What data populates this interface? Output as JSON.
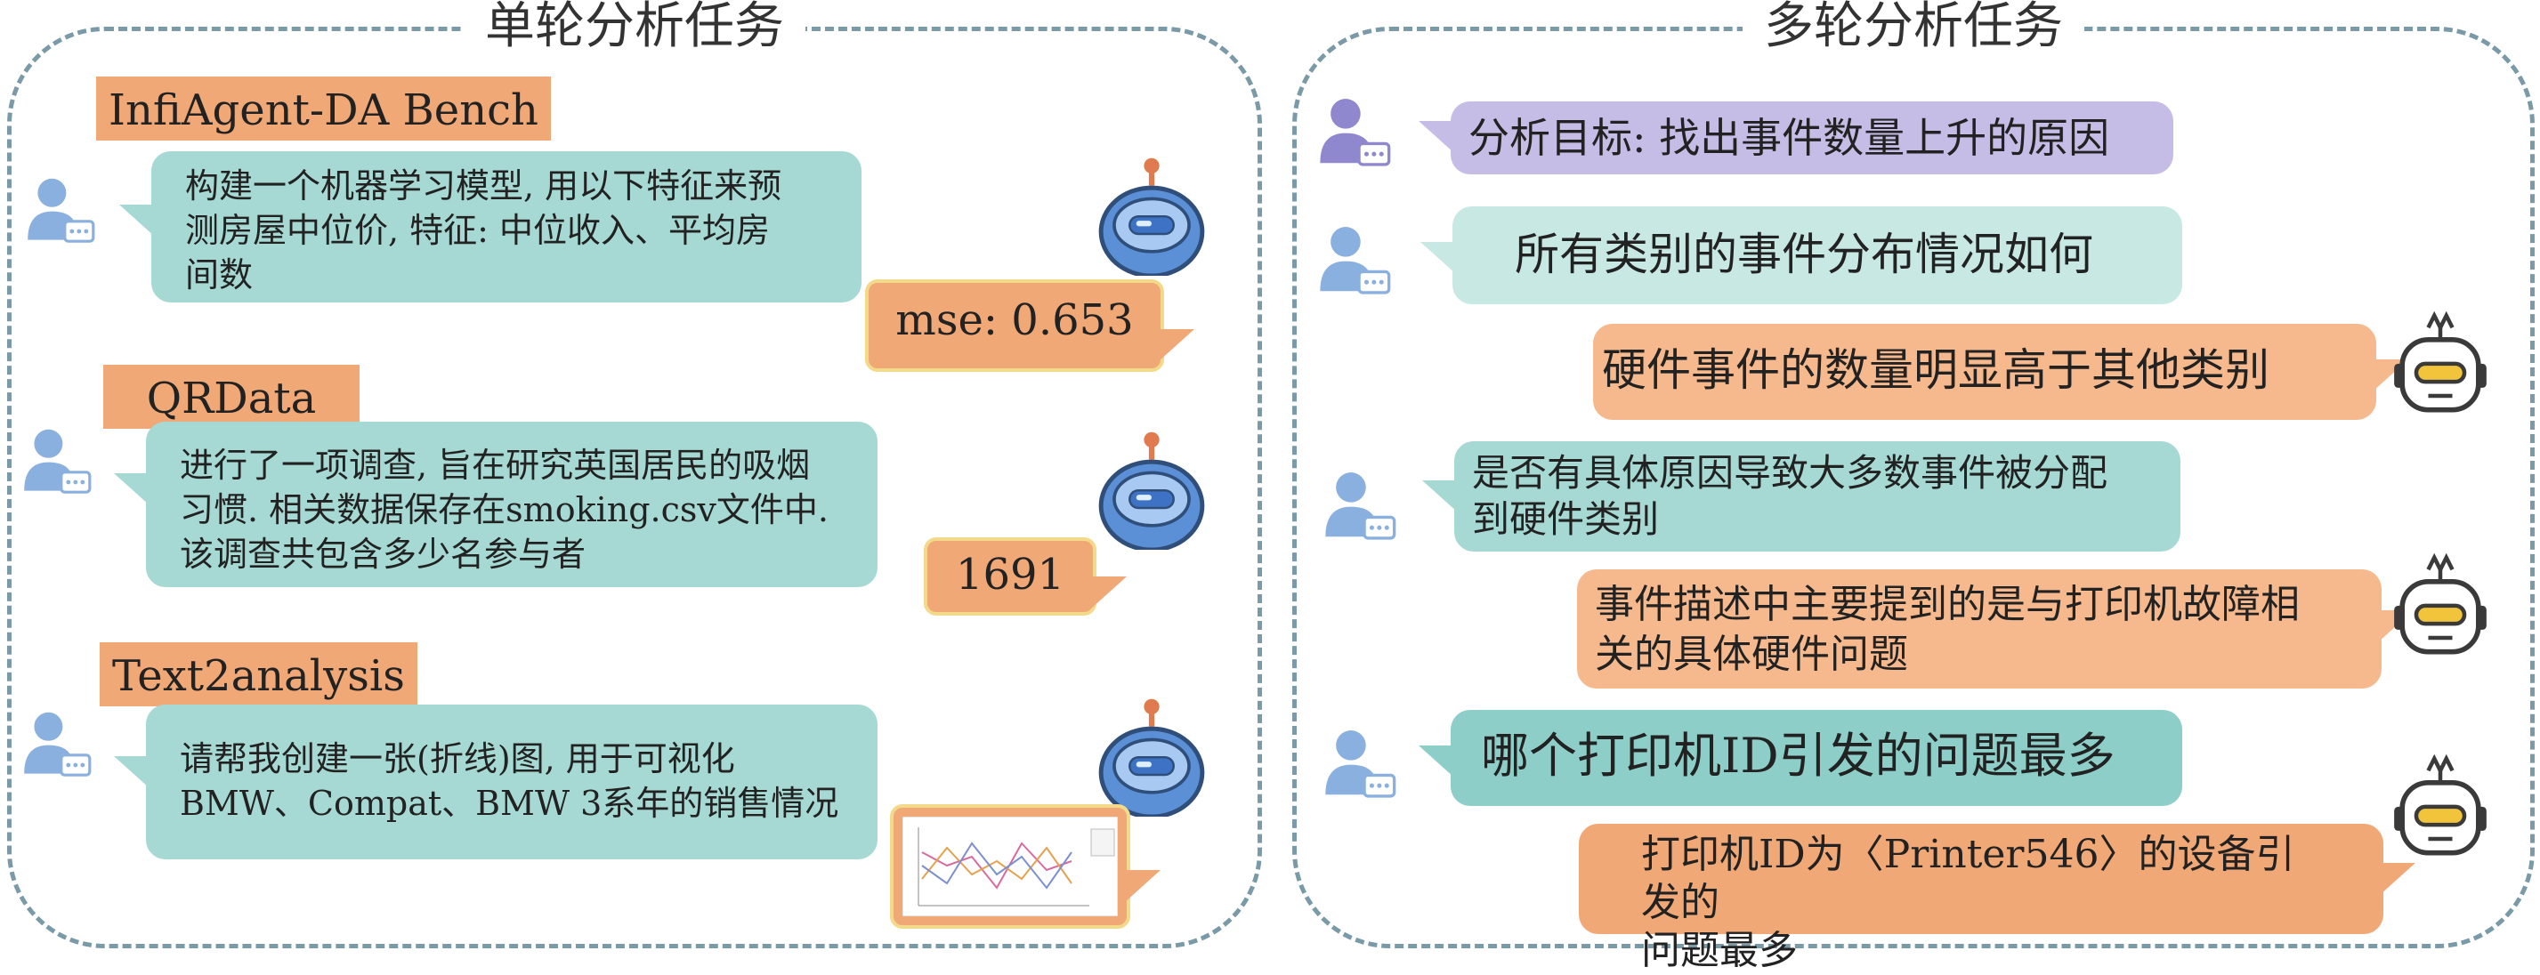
{
  "left_panel": {
    "title": "单轮分析任务",
    "tasks": [
      {
        "dataset": "InfiAgent-DA Bench",
        "question": [
          "构建一个机器学习模型, 用以下特征来预",
          "测房屋中位价, 特征: 中位收入、平均房",
          "间数"
        ],
        "answer": "mse: 0.653"
      },
      {
        "dataset": "QRData",
        "question": [
          "进行了一项调查, 旨在研究英国居民的吸烟",
          "习惯. 相关数据保存在smoking.csv文件中.",
          "该调查共包含多少名参与者"
        ],
        "answer": "1691"
      },
      {
        "dataset": "Text2analysis",
        "question": [
          "请帮我创建一张(折线)图, 用于可视化",
          "BMW、Compat、BMW 3系年的销售情况"
        ],
        "answer_chart_icon": "line-chart-thumbnail"
      }
    ]
  },
  "right_panel": {
    "title": "多轮分析任务",
    "goal": "分析目标: 找出事件数量上升的原因",
    "turns": [
      {
        "role": "user",
        "text": [
          "所有类别的事件分布情况如何"
        ]
      },
      {
        "role": "agent",
        "text": [
          "硬件事件的数量明显高于其他类别"
        ]
      },
      {
        "role": "user",
        "text": [
          "是否有具体原因导致大多数事件被分配",
          "到硬件类别"
        ]
      },
      {
        "role": "agent",
        "text": [
          "事件描述中主要提到的是与打印机故障相",
          "关的具体硬件问题"
        ]
      },
      {
        "role": "user",
        "text": [
          "哪个打印机ID引发的问题最多"
        ]
      },
      {
        "role": "agent",
        "text": [
          "打印机ID为〈Printer546〉的设备引发的",
          "问题最多"
        ]
      }
    ]
  },
  "icons": {
    "user": "user-avatar-icon",
    "robot_blue": "robot-blue-icon",
    "robot_gold": "robot-gold-icon"
  },
  "colors": {
    "teal": "#a6d9d3",
    "peach": "#f0a877",
    "lavender": "#c5bde6",
    "robot_blue": "#5b8fd6",
    "user_icon": "#8ab0e0",
    "user_icon_purple": "#8f88cf",
    "border": "#7a9aa8"
  }
}
